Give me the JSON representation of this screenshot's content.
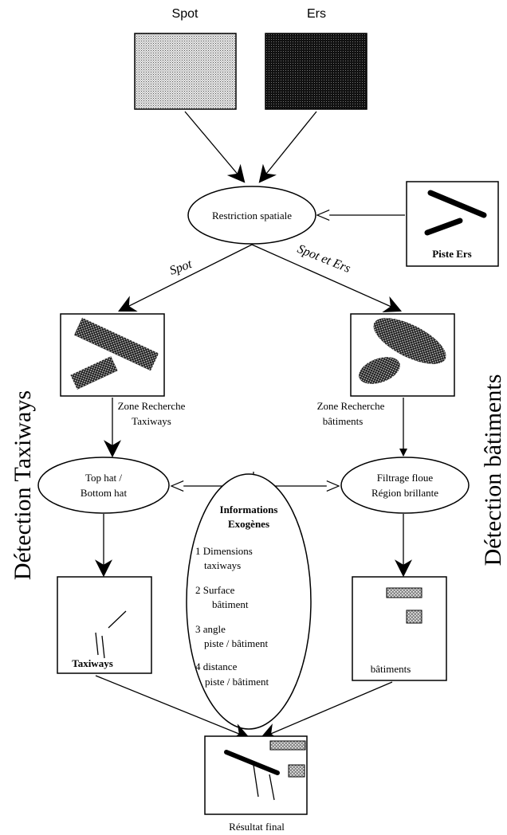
{
  "inputs": {
    "spot_label": "Spot",
    "ers_label": "Ers"
  },
  "nodes": {
    "restriction": "Restriction  spatiale",
    "piste_ers": "Piste Ers",
    "zone_taxiways_line1": "Zone Recherche",
    "zone_taxiways_line2": "Taxiways",
    "zone_batiments_line1": "Zone Recherche",
    "zone_batiments_line2": "bâtiments",
    "tophat_line1": "Top hat /",
    "tophat_line2": "Bottom hat",
    "filtrage_line1": "Filtrage floue",
    "filtrage_line2": "Région brillante",
    "taxiways_result": "Taxiways",
    "batiments_result": "bâtiments",
    "final_result": "Résultat final"
  },
  "edges": {
    "spot_branch": "Spot",
    "spot_ers_branch": "Spot et Ers"
  },
  "exogenous": {
    "title_line1": "Informations",
    "title_line2": "Exogènes",
    "items": [
      [
        "1 Dimensions",
        "taxiways"
      ],
      [
        "2 Surface",
        "bâtiment"
      ],
      [
        "3 angle",
        "piste / bâtiment"
      ],
      [
        "4 distance",
        "piste / bâtiment"
      ]
    ]
  },
  "side_titles": {
    "left": "Détection Taxiways",
    "right": "Détection bâtiments"
  },
  "colors": {
    "ink": "#000000",
    "spot_fill": "#d9d9d9",
    "ers_fill": "#1a1a1a",
    "hatch_fill": "#9a9a9a"
  }
}
